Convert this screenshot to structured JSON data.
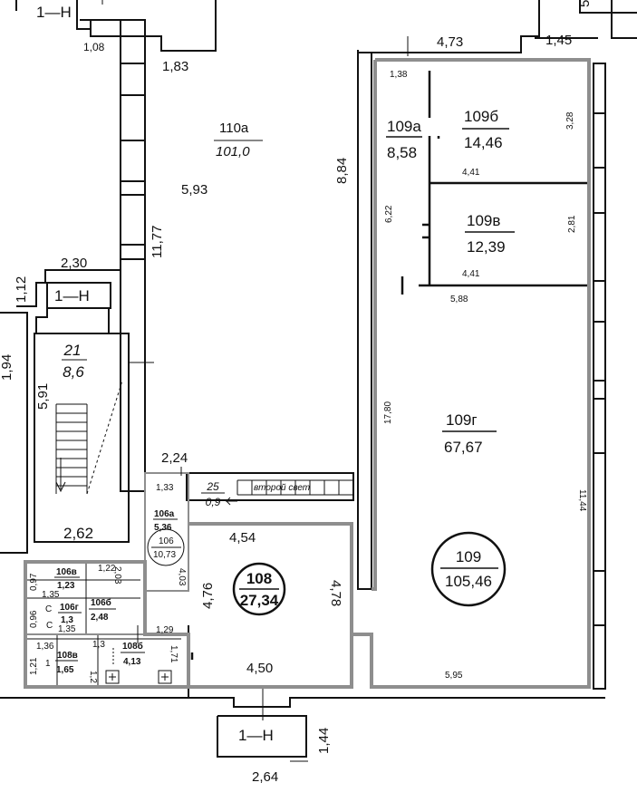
{
  "plan": {
    "rooms": {
      "r110a": {
        "id": "110а",
        "area": "101,0"
      },
      "r21": {
        "id": "21",
        "area": "8,6"
      },
      "r25": {
        "id": "25",
        "area": "0,9"
      },
      "r109a": {
        "id": "109а",
        "area": "8,58"
      },
      "r109b": {
        "id": "109б",
        "area": "14,46"
      },
      "r109v": {
        "id": "109в",
        "area": "12,39"
      },
      "r109g": {
        "id": "109г",
        "area": "67,67"
      },
      "r109": {
        "id": "109",
        "area": "105,46"
      },
      "r108": {
        "id": "108",
        "area": "27,34"
      },
      "r106a": {
        "id": "106а",
        "area": "5,36"
      },
      "r106": {
        "id": "106",
        "area": "10,73"
      },
      "r106v": {
        "id": "106в",
        "area": "1,23"
      },
      "r106g": {
        "id": "106г",
        "area": "1,3"
      },
      "r106b": {
        "id": "106б",
        "area": "2,48"
      },
      "r108v": {
        "id": "108в",
        "area": "1,65"
      },
      "r108b": {
        "id": "108б",
        "area": "4,13"
      }
    },
    "tags": {
      "tag_top": "1—Н",
      "tag_mid": "1—Н",
      "tag_bottom": "1—Н",
      "second_light": "второй свет",
      "c1": "С",
      "c2": "С",
      "c3": "1"
    },
    "dims": {
      "d_1_08": "1,08",
      "d_1_83": "1,83",
      "d_4_73": "4,73",
      "d_1_45": "1,45",
      "d_5": "5",
      "d_1_38": "1,38",
      "d_3_28": "3,28",
      "d_8_84": "8,84",
      "d_5_93": "5,93",
      "d_11_77": "11,77",
      "d_4_41a": "4,41",
      "d_6_22": "6,22",
      "d_2_81": "2,81",
      "d_4_41b": "4,41",
      "d_5_88": "5,88",
      "d_2_30": "2,30",
      "d_1_12": "1,12",
      "d_1_94": "1,94",
      "d_5_91": "5,91",
      "d_17_80": "17,80",
      "d_11_44": "11,44",
      "d_2_24": "2,24",
      "d_1_33": "1,33",
      "d_2_62": "2,62",
      "d_4_54": "4,54",
      "d_4_03": "4,03",
      "d_4_76": "4,76",
      "d_4_78": "4,78",
      "d_0_97": "0,97",
      "d_1_22": "1,22",
      "d_2_03": "2,03",
      "d_1_35a": "1,35",
      "d_0_96": "0,96",
      "d_1_35b": "1,35",
      "d_1_29": "1,29",
      "d_1_36": "1,36",
      "d_1_3": "1,3",
      "d_1_21": "1,21",
      "d_1_2": "1,2",
      "d_1_71": "1,71",
      "d_4_50": "4,50",
      "d_5_95": "5,95",
      "d_1_44": "1,44",
      "d_2_64": "2,64"
    }
  }
}
